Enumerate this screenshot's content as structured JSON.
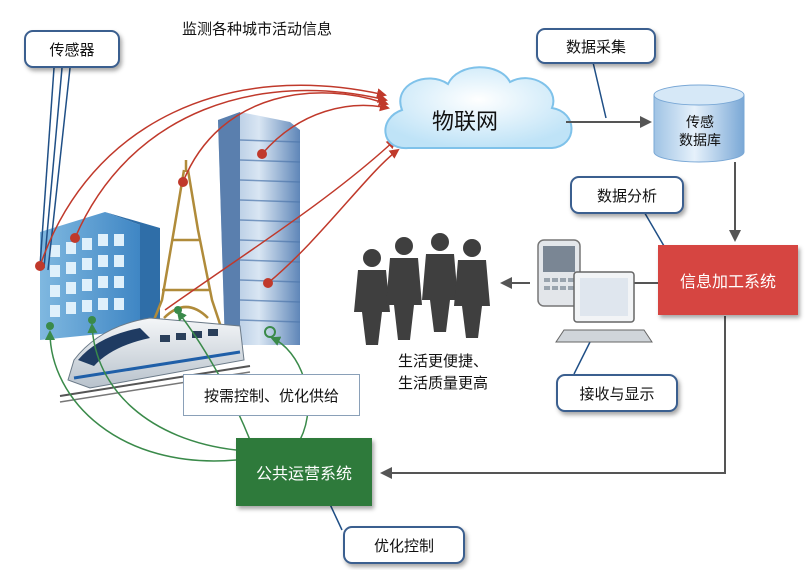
{
  "labels": {
    "sensor": "传感器",
    "monitor": "监测各种城市活动信息",
    "iot": "物联网",
    "data_collect": "数据采集",
    "db_line1": "传感",
    "db_line2": "数据库",
    "data_analysis": "数据分析",
    "info_system": "信息加工系统",
    "receive_display": "接收与显示",
    "life_line1": "生活更便捷、",
    "life_line2": "生活质量更高",
    "on_demand": "按需控制、优化供给",
    "public_system": "公共运营系统",
    "optimize_control": "优化控制"
  },
  "colors": {
    "red_system": "#d64541",
    "green_system": "#2e7a3b",
    "callout_border": "#3b5f8f",
    "arrow_red": "#c0392b",
    "arrow_green": "#3a8a4a",
    "arrow_gray": "#555555"
  }
}
